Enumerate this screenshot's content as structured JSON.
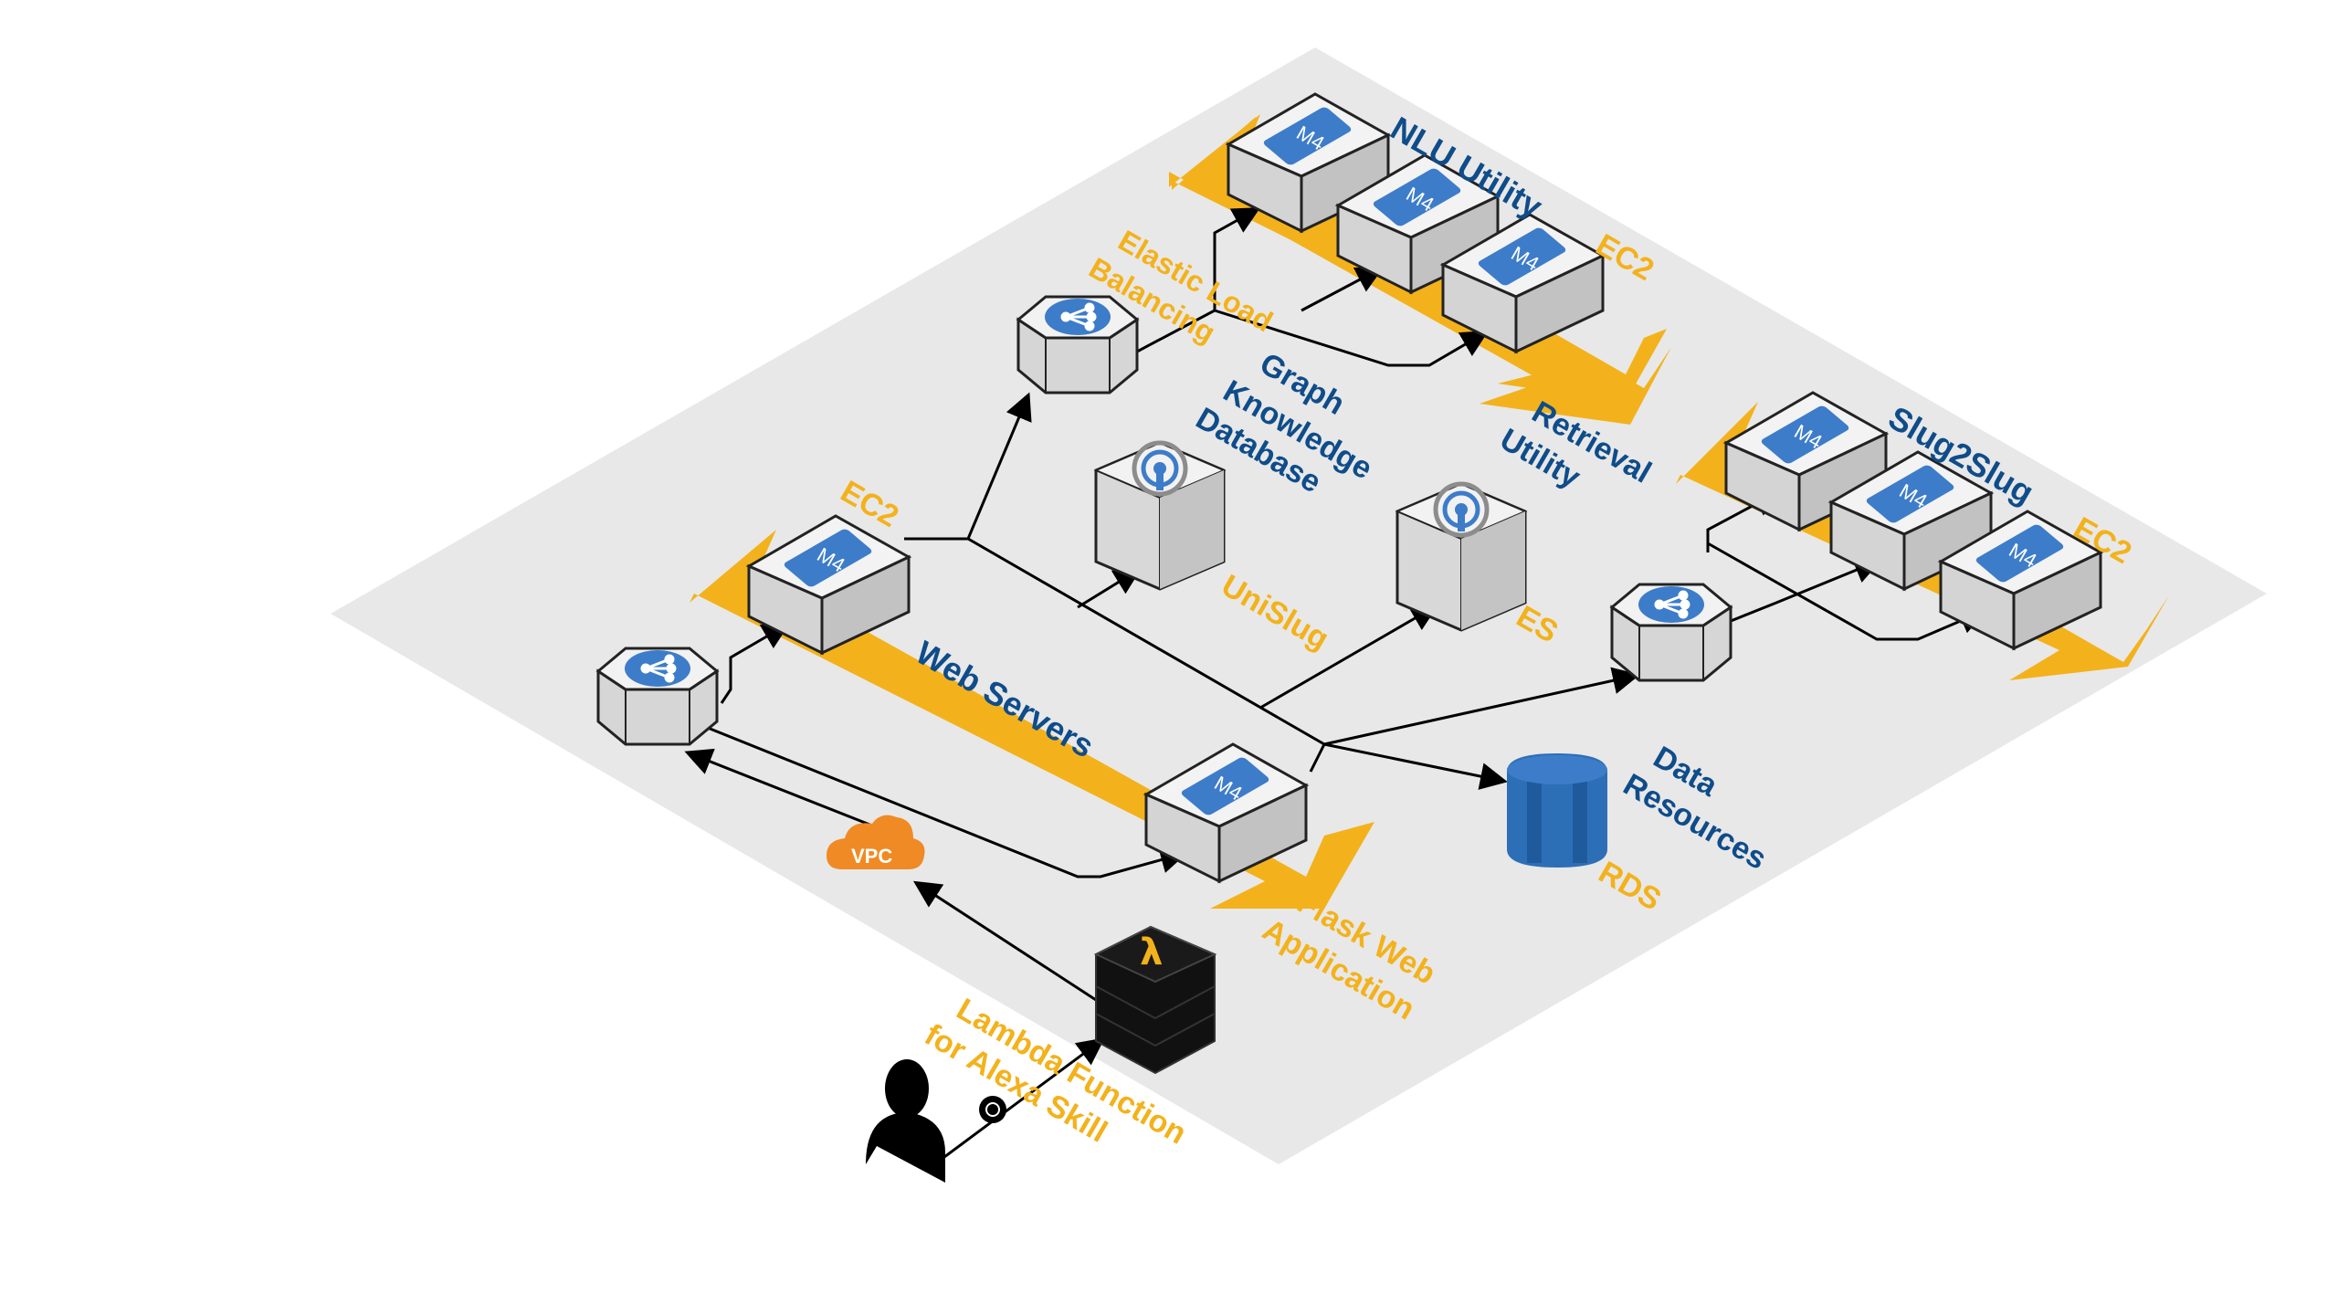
{
  "diagram": {
    "labels": {
      "nlu_utility": "NLU Utility",
      "nlu_ec2": "EC2",
      "elb_top": "Elastic Load Balancing",
      "graph_db": "Graph Knowledge Database",
      "unislug": "UniSlug",
      "retrieval": "Retrieval Utility",
      "es": "ES",
      "slug2slug": "Slug2Slug",
      "slug_ec2": "EC2",
      "web_ec2": "EC2",
      "web_servers": "Web Servers",
      "flask": "Flask Web Application",
      "data_resources": "Data Resources",
      "rds": "RDS",
      "vpc": "VPC",
      "lambda": "Lambda Function for Alexa Skill"
    },
    "chip_label": "M4",
    "colors": {
      "platform": "#e8e8e8",
      "band": "#f3b21c",
      "label_blue": "#0f4c8a",
      "label_orange": "#f3b21c",
      "chip": "#3d7cc9",
      "vpc": "#f08a24",
      "rds": "#2d6fb7"
    }
  }
}
